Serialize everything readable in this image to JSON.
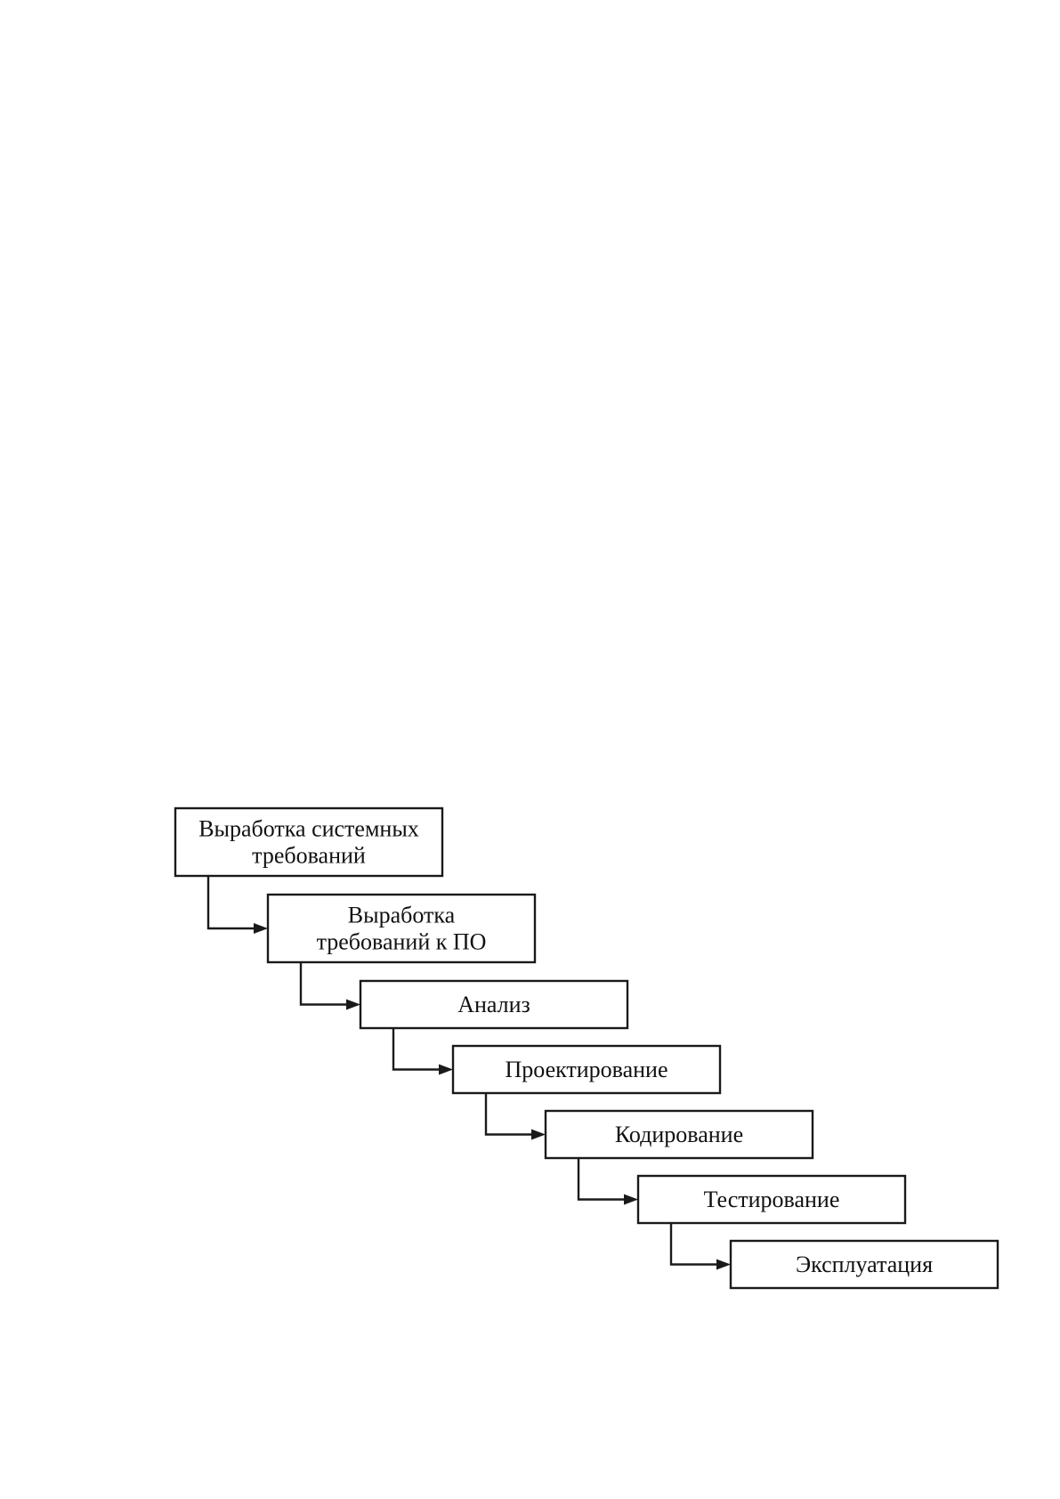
{
  "diagram": {
    "stages": [
      {
        "id": "system-requirements",
        "lines": [
          "Выработка системных",
          "требований"
        ]
      },
      {
        "id": "software-requirements",
        "lines": [
          "Выработка",
          "требований к ПО"
        ]
      },
      {
        "id": "analysis",
        "lines": [
          "Анализ"
        ]
      },
      {
        "id": "design",
        "lines": [
          "Проектирование"
        ]
      },
      {
        "id": "coding",
        "lines": [
          "Кодирование"
        ]
      },
      {
        "id": "testing",
        "lines": [
          "Тестирование"
        ]
      },
      {
        "id": "operation",
        "lines": [
          "Эксплуатация"
        ]
      }
    ],
    "colors": {
      "stroke": "#1a1a1a",
      "fill": "#ffffff",
      "text": "#111111"
    }
  }
}
